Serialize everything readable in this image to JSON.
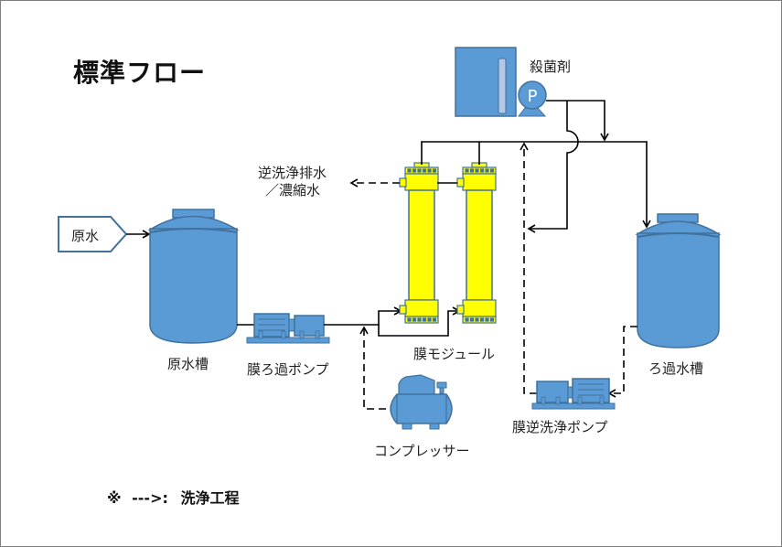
{
  "title": "標準フロー",
  "colors": {
    "equipment_blue": "#5b9bd5",
    "equipment_stroke": "#41719c",
    "membrane_yellow": "#ffff00",
    "line": "#000000"
  },
  "nodes": {
    "raw_water_source": "原水",
    "raw_water_tank": "原水槽",
    "filtration_pump": "膜ろ過ポンプ",
    "membrane_module": "膜モジュール",
    "compressor": "コンプレッサー",
    "disinfectant": "殺菌剤",
    "disinfectant_pump_symbol": "P",
    "drain": [
      "逆洗浄排水",
      "／濃縮水"
    ],
    "filtrate_tank": "ろ過水槽",
    "backwash_pump": "膜逆洗浄ポンプ"
  },
  "legend": {
    "mark": "※",
    "line_symbol": "--->:",
    "label": "洗浄工程"
  }
}
